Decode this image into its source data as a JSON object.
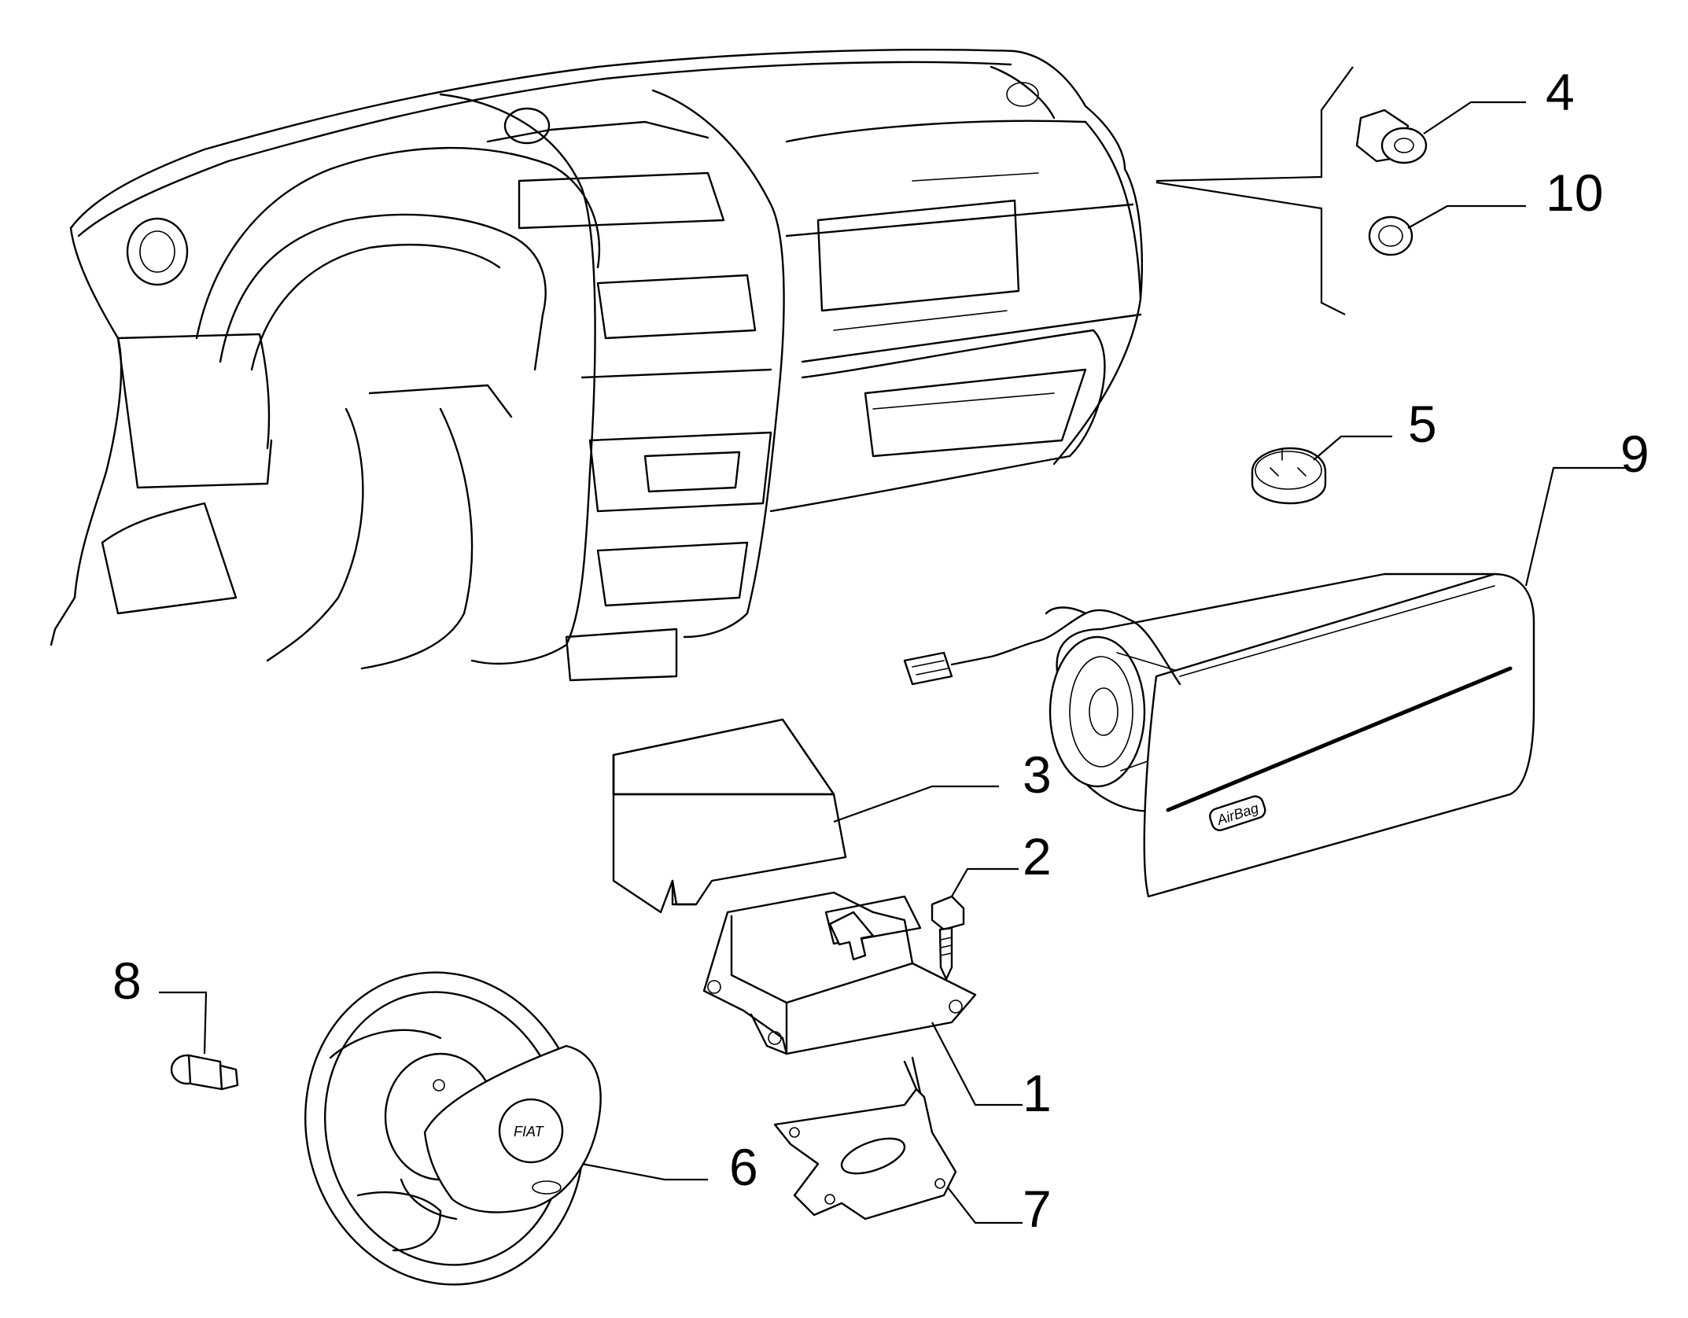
{
  "callouts": [
    {
      "id": "1",
      "label": "1"
    },
    {
      "id": "2",
      "label": "2"
    },
    {
      "id": "3",
      "label": "3"
    },
    {
      "id": "4",
      "label": "4"
    },
    {
      "id": "5",
      "label": "5"
    },
    {
      "id": "6",
      "label": "6"
    },
    {
      "id": "7",
      "label": "7"
    },
    {
      "id": "8",
      "label": "8"
    },
    {
      "id": "9",
      "label": "9"
    },
    {
      "id": "10",
      "label": "10"
    }
  ],
  "airbag_module_logo": "AirBag",
  "steering_badge": "FIAT",
  "colors": {
    "ink": "#000000",
    "background": "#ffffff"
  }
}
